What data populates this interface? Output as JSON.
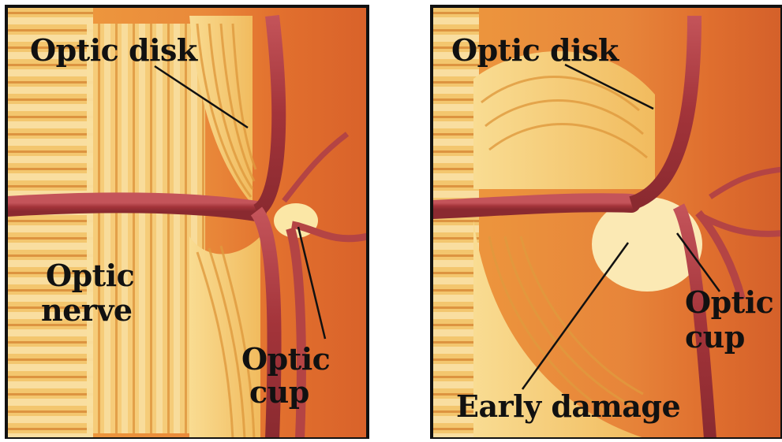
{
  "panels": [
    {
      "id": "normal",
      "labels": {
        "optic_disk": "Optic disk",
        "optic_nerve_line1": "Optic",
        "optic_nerve_line2": "nerve",
        "optic_cup_line1": "Optic",
        "optic_cup_line2": "cup"
      }
    },
    {
      "id": "glaucoma",
      "labels": {
        "optic_disk": "Optic disk",
        "optic_cup_line1": "Optic",
        "optic_cup_line2": "cup",
        "early_damage": "Early damage"
      }
    }
  ],
  "colors": {
    "background_retina": "#e0702e",
    "nerve_fiber_light": "#f8d68a",
    "nerve_fiber_dark": "#e09a3e",
    "vessel": "#a8383e",
    "frame": "#111111"
  }
}
